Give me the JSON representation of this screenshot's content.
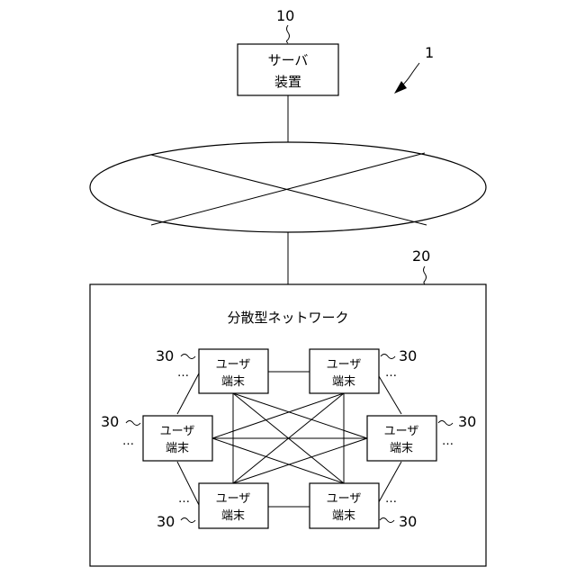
{
  "figure_ref": "1",
  "server": {
    "ref": "10",
    "label_line1": "サーバ",
    "label_line2": "装置"
  },
  "network": {
    "ref": "20",
    "title": "分散型ネットワーク"
  },
  "terminal": {
    "ref": "30",
    "label_line1": "ユーザ",
    "label_line2": "端末",
    "ellipsis": "…"
  }
}
